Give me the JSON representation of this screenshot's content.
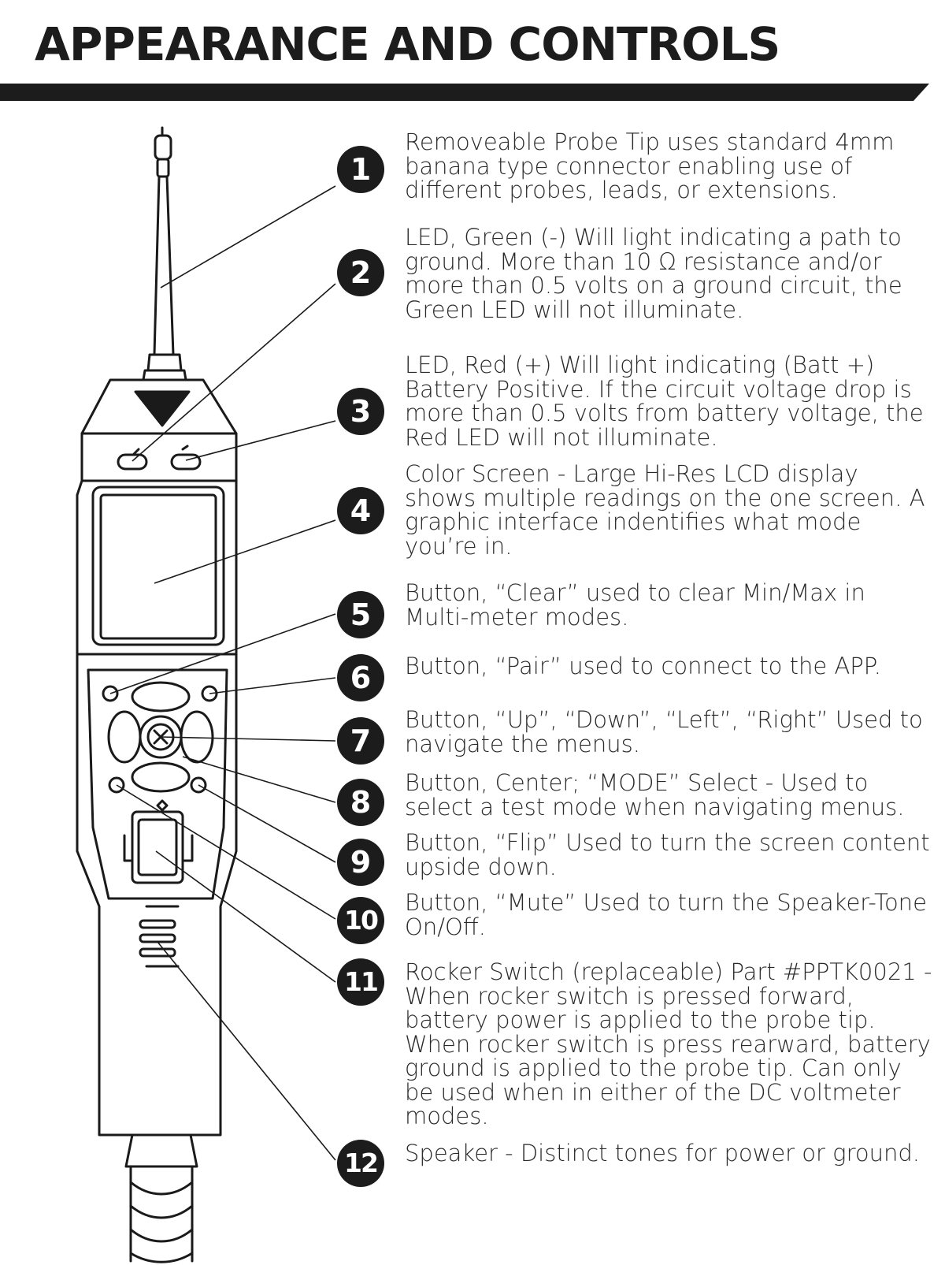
{
  "title": "APPEARANCE AND CONTROLS",
  "items": [
    {
      "num": "1",
      "text": "Removeable Probe Tip uses standard 4mm banana type connector enabling use of different probes, leads, or extensions."
    },
    {
      "num": "2",
      "text": "LED, Green (-) Will light indicating a path to ground. More than 10 Ω resistance and/or more than 0.5 volts on a ground circuit, the Green LED will not illuminate."
    },
    {
      "num": "3",
      "text": "LED, Red (+) Will light indicating (Batt +) Battery Positive. If the circuit voltage drop is more than 0.5 volts from battery voltage, the Red LED will not illuminate."
    },
    {
      "num": "4",
      "text": "Color Screen - Large Hi-Res LCD display shows multiple readings on the one screen. A graphic interface indentifies what mode you’re in."
    },
    {
      "num": "5",
      "text": "Button, “Clear” used to clear Min/Max in Multi-meter modes."
    },
    {
      "num": "6",
      "text": "Button, “Pair” used to connect to the APP."
    },
    {
      "num": "7",
      "text": "Button, “Up”, “Down”, “Left”, “Right” Used to navigate the menus."
    },
    {
      "num": "8",
      "text": "Button, Center; “MODE” Select - Used to select a test mode when navigating menus."
    },
    {
      "num": "9",
      "text": "Button, “Flip” Used to turn the screen content upside down."
    },
    {
      "num": "10",
      "text": "Button, “Mute” Used to turn the Speaker-Tone On/Off."
    },
    {
      "num": "11",
      "text": "Rocker Switch (replaceable) Part #PPTK0021 - When rocker switch is pressed forward, battery power is applied to the probe tip. When rocker switch is press rearward, battery ground is applied to the probe tip. Can only be used when in either of the DC voltmeter modes."
    },
    {
      "num": "12",
      "text": "Speaker - Distinct tones for power or ground."
    }
  ]
}
